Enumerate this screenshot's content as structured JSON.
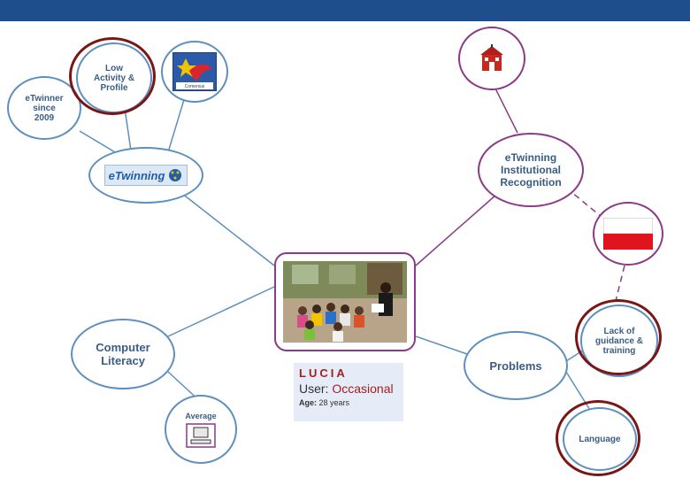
{
  "header": {
    "title": ""
  },
  "nodes": {
    "etwinner_since": "eTwinner since 2009",
    "low_activity": "Low Activity & Profile",
    "comenius_logo": "Comenius",
    "etwinning_logo": "eTwinning",
    "computer_literacy": "Computer Literacy",
    "average": "Average",
    "institutional_recognition": "eTwinning Institutional Recognition",
    "problems": "Problems",
    "lack_of_guidance": "Lack of guidance & training",
    "language": "Language"
  },
  "profile": {
    "name": "LUCIA",
    "user_label": "User:",
    "user_value": "Occasional",
    "age_label": "Age:",
    "age_value": "28 years"
  },
  "colors": {
    "header": "#1f4e8c",
    "node_blue": "#5d8fbf",
    "node_purple": "#8a3a86",
    "highlight_ring": "#7a1616",
    "text": "#3a5d83",
    "flag_red": "#e0141e"
  },
  "icons": [
    "comenius-logo-icon",
    "etwinning-logo-icon",
    "school-icon",
    "poland-flag-icon",
    "computer-icon"
  ]
}
